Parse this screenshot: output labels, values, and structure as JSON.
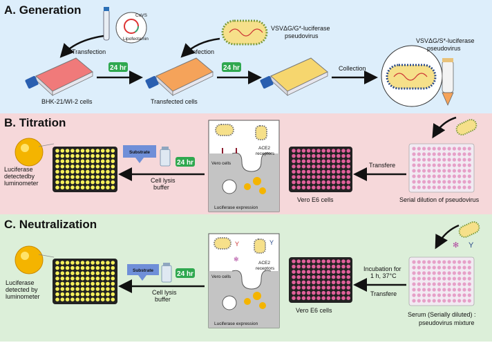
{
  "sections": {
    "generation": {
      "title": "A. Generation",
      "labels": {
        "covs": "CoVS",
        "lipofectamin": "Lipofectamin",
        "transfection": "Transfection",
        "infection": "Infection",
        "vsv_g_line1": "VSVΔG/G*-luciferase",
        "vsv_g_line2": "pseudovirus",
        "vsv_s_line1": "VSVΔG/S*-luciferase",
        "vsv_s_line2": "pseudovirus",
        "collection": "Collection",
        "time1": "24 hr",
        "time2": "24 hr",
        "cells1": "BHK-21/WI-2 cells",
        "cells2": "Transfected cells"
      }
    },
    "titration": {
      "title": "B. Titration",
      "labels": {
        "luciferase_line1": "Luciferase",
        "luciferase_line2": "detectedby",
        "luciferase_line3": "luminometer",
        "substrate": "Substrate",
        "time": "24 hr",
        "lysis_line1": "Cell lysis",
        "lysis_line2": "buffer",
        "vero_cells": "Vero cells",
        "ace2_line1": "ACE2",
        "ace2_line2": "receptors",
        "luc_expression": "Luciferase expression",
        "vero_e6": "Vero E6 cells",
        "transfere": "Transfere",
        "serial": "Serial dilution of pseudovirus"
      }
    },
    "neutralization": {
      "title": "C. Neutralization",
      "labels": {
        "luciferase_line1": "Luciferase",
        "luciferase_line2": "detected by",
        "luciferase_line3": "luminometer",
        "substrate": "Substrate",
        "time": "24 hr",
        "lysis_line1": "Cell lysis",
        "lysis_line2": "buffer",
        "vero_cells": "Vero cells",
        "ace2_line1": "ACE2",
        "ace2_line2": "receptors",
        "luc_expression": "Luciferase expression",
        "vero_e6": "Vero E6 cells",
        "incubation_line1": "Incubation for",
        "incubation_line2": "1 h, 37°C",
        "transfere": "Transfere",
        "serum_line1": "Serum (Serially diluted) :",
        "serum_line2": "pseudovirus mixture"
      }
    }
  },
  "colors": {
    "generation_bg": "#ddeefb",
    "titration_bg": "#f6d8da",
    "neutralization_bg": "#dcefd9",
    "badge_green": "#2fa84f",
    "substrate_blue": "#6f8fd8",
    "well_yellow": "#f4ef5a",
    "well_pink": "#e0609a",
    "plate_dark": "#222222",
    "flask_red": "#f07a7a",
    "flask_orange": "#f5a35a",
    "flask_yellow": "#f6d66e",
    "luciferase_gold": "#f4b400"
  }
}
